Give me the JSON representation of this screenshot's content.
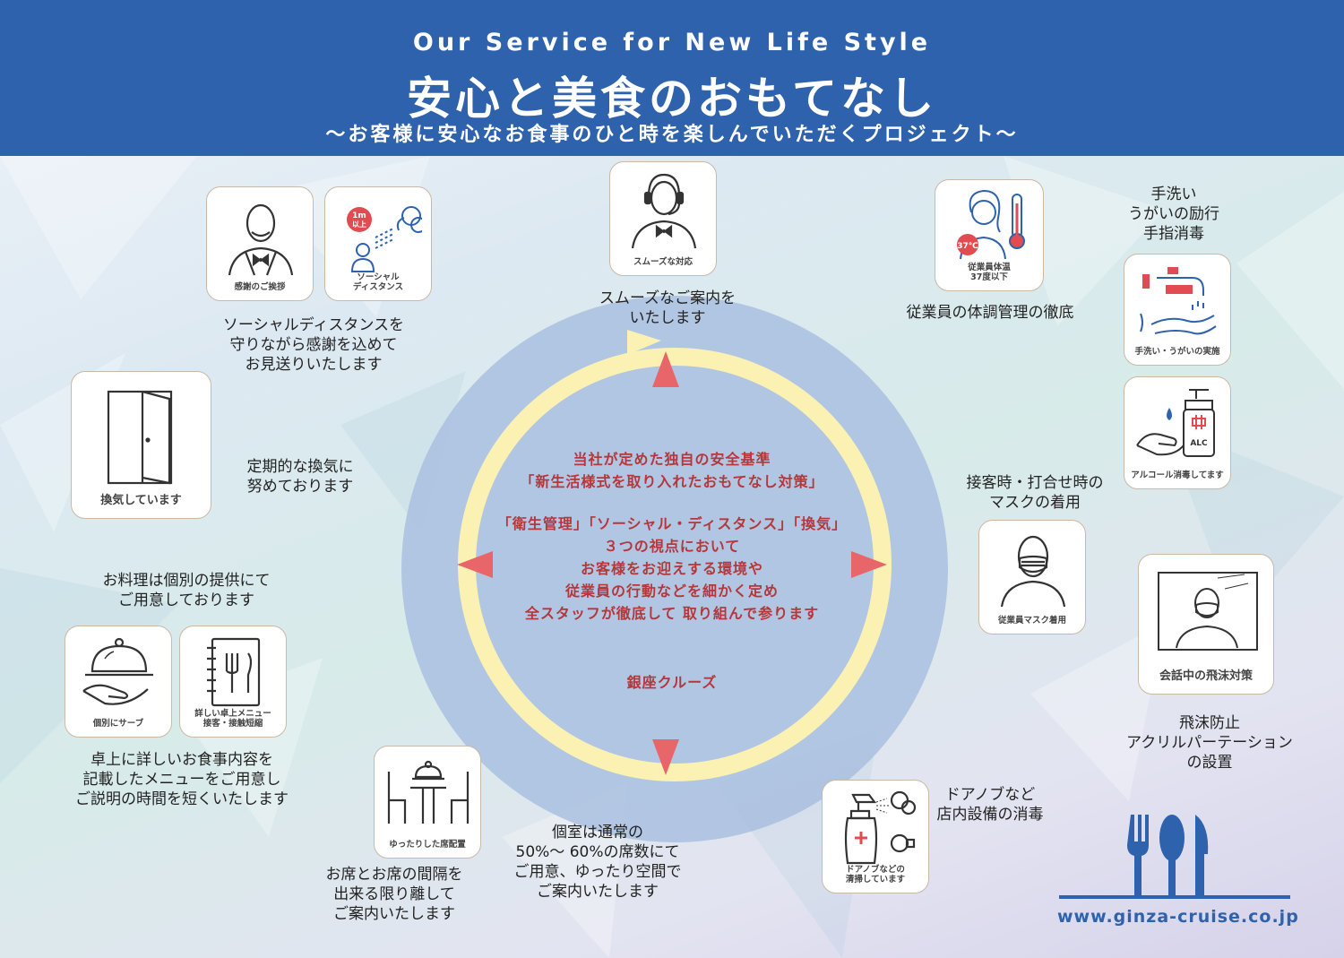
{
  "header": {
    "en_title": "Our Service for New Life Style",
    "title": "安心と美食のおもてなし",
    "subtitle": "～お客様に安心なお食事のひと時を楽しんでいただくプロジェクト～"
  },
  "center": {
    "line1": "当社が定めた独自の安全基準",
    "line2": "「新生活様式を取り入れたおもてなし対策」",
    "line3": "「衛生管理」「ソーシャル・ディスタンス」「換気」",
    "line4": "３つの視点において",
    "line5": "お客様をお迎えする環境や",
    "line6": "従業員の行動などを細かく定め",
    "line7": "全スタッフが徹底して 取り組んで参ります",
    "brand": "銀座クルーズ"
  },
  "cards": {
    "greeting": "感謝のご挨拶",
    "social_1": "ソーシャル",
    "social_2": "ディスタンス",
    "social_badge_1": "1m",
    "social_badge_2": "以上",
    "smooth": "スムーズな対応",
    "temp_1": "従業員体温",
    "temp_2": "37度以下",
    "temp_badge": "37℃",
    "handwash": "手洗い・うがいの実施",
    "alcohol": "アルコール消毒してます",
    "alc_mark": "ALC",
    "ventilation": "換気しています",
    "mask": "従業員マスク着用",
    "partition": "会話中の飛沫対策",
    "serve": "個別にサーブ",
    "menu_1": "詳しい卓上メニュー",
    "menu_2": "接客・接触短縮",
    "seating": "ゆったりした席配置",
    "door_1": "ドアノブなどの",
    "door_2": "清掃しています"
  },
  "texts": {
    "smooth_1": "スムーズなご案内を",
    "smooth_2": "いたします",
    "social_1": "ソーシャルディスタンスを",
    "social_2": "守りながら感謝を込めて",
    "social_3": "お見送りいたします",
    "health": "従業員の体調管理の徹底",
    "wash_1": "手洗い",
    "wash_2": "うがいの励行",
    "wash_3": "手指消毒",
    "vent_1": "定期的な換気に",
    "vent_2": "努めております",
    "mask_1": "接客時・打合せ時の",
    "mask_2": "マスクの着用",
    "dish_1": "お料理は個別の提供にて",
    "dish_2": "ご用意しております",
    "partition_1": "飛沫防止",
    "partition_2": "アクリルパーテーション",
    "partition_3": "の設置",
    "menu_1": "卓上に詳しいお食事内容を",
    "menu_2": "記載したメニューをご用意し",
    "menu_3": "ご説明の時間を短くいたします",
    "private_1": "個室は通常の",
    "private_2": "50%～ 60%の席数にて",
    "private_3": "ご用意、ゆったり空間で",
    "private_4": "ご案内いたします",
    "seat_1": "お席とお席の間隔を",
    "seat_2": "出来る限り離して",
    "seat_3": "ご案内いたします",
    "door_1": "ドアノブなど",
    "door_2": "店内設備の消毒"
  },
  "url": "www.ginza-cruise.co.jp",
  "colors": {
    "header": "#2e62ac",
    "accent_red": "#b5373b",
    "arrow": "#e8666a",
    "ring": "#fbf1b3",
    "circle": "#a9bfe1",
    "icon_red": "#e24b52",
    "icon_blue": "#2e62ac"
  }
}
